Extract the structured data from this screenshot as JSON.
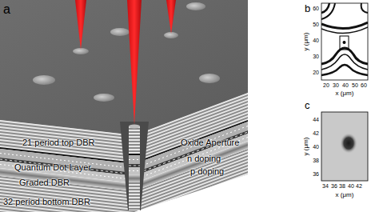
{
  "diagram": {
    "labels": [
      "a",
      "b",
      "c",
      "21 period top DBR",
      "Oxide Aperture",
      "n doping",
      "Quantum Dot Layer",
      "p doping",
      "Graded DBR",
      "32 period bottom DBR",
      "60",
      "50",
      "40",
      "30",
      "20",
      "y (μm)",
      "20",
      "30",
      "40",
      "50",
      "60",
      "x (μm)",
      "44",
      "42",
      "40",
      "38",
      "36",
      "y (μm)",
      "34",
      "36",
      "38",
      "40",
      "42",
      "x (μm)"
    ]
  }
}
